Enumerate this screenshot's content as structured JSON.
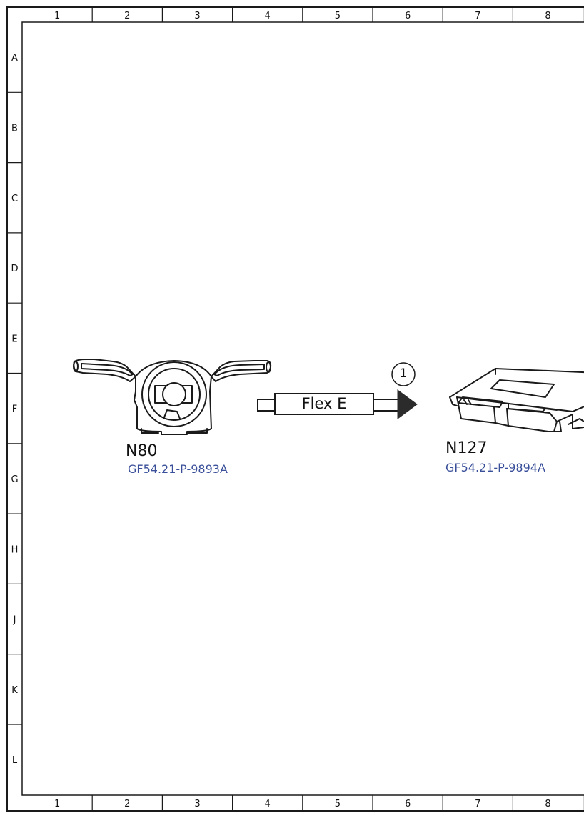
{
  "grid": {
    "columns": [
      "1",
      "2",
      "3",
      "4",
      "5",
      "6",
      "7",
      "8"
    ],
    "rows": [
      "A",
      "B",
      "C",
      "D",
      "E",
      "F",
      "G",
      "H",
      "J",
      "K",
      "L"
    ]
  },
  "components": [
    {
      "id": "N80",
      "ref": "GF54.21-P-9893A"
    },
    {
      "id": "N127",
      "ref": "GF54.21-P-9894A"
    }
  ],
  "connection": {
    "bus": "Flex E",
    "callout": "1"
  },
  "colors": {
    "line": "#1a1a1a",
    "ref_link": "#3a4f9a",
    "arrow": "#2b2b2b"
  }
}
